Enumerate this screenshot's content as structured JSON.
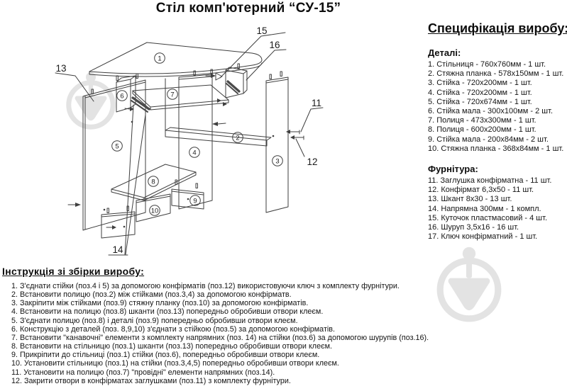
{
  "title": "Стіл комп'ютерний “СУ-15”",
  "spec": {
    "heading": "Специфікація виробу:",
    "details_heading": "Деталі:",
    "details": [
      "1. Стільниця - 760х760мм - 1 шт.",
      "2. Стяжна планка - 578х150мм - 1 шт.",
      "3. Стійка - 720х200мм - 1 шт.",
      "4. Стійка - 720х200мм - 1 шт.",
      "5. Стійка - 720х674мм - 1 шт.",
      "6. Стійка мала - 300х100мм - 2 шт.",
      "7. Полиця - 473х300мм - 1 шт.",
      "8. Полиця - 600х200мм - 1 шт.",
      "9. Стійка мала - 200х84мм - 2 шт.",
      "10. Стяжна планка - 368х84мм - 1 шт."
    ],
    "hardware_heading": "Фурнітура:",
    "hardware": [
      "11. Заглушка конфірматна - 11 шт.",
      "12. Конфірмат 6,3х50 - 11 шт.",
      "13. Шкант 8х30 - 13 шт.",
      "14. Напрямна 300мм - 1 компл.",
      "15. Куточок пластмасовий - 4 шт.",
      "16. Шуруп 3,5х16 - 16 шт.",
      "17. Ключ конфірматний - 1 шт."
    ]
  },
  "instructions": {
    "heading": "Інструкція зі збірки виробу:",
    "steps": [
      "1. З'єднати стійки (поз.4 і 5) за допомогою конфірматів (поз.12) використовуючи ключ з комплекту фурнітури.",
      "2. Встановити полицю (поз.2) між стійками (поз.3,4) за допомогою конфірматв.",
      "3. Закріпити між стійками (поз.9) стяжну планку (поз.10) за допомогою конфірматів.",
      "4. Встановити на полицю (поз.8) шканти (поз.13) попередньо обробивши отвори клеєм.",
      "5. З'єднати полицю (поз.8) і деталі (поз.9) попередньо обробивши отвори клеєм.",
      "6. Конструкцію з деталей (поз. 8,9,10) з'єднати з стійкою (поз.5) за допомогою конфірматів.",
      "7. Встановити \"канавочні\" елементи з комплекту напрямних (поз. 14) на стійки (поз.6) за допомогою шурупів (поз.16).",
      "8. Встановити на стільницю (поз.1) шканти (поз.13) попередньо обробивши отвори клеєм.",
      "9. Прикріпити до стільниці (поз.1) стійки (поз.6), попередньо обробивши отвори клеєм.",
      "10. Установити стільницю (поз.1) на стійки (поз.3,4,5) попередньо обробивши отвори клеєм.",
      "11. Установити на полицю (поз.7) \"провідні\" елементи напрямних (поз.14).",
      "12. Закрити отвори в конфірматах заглушками (поз.11) з комплекту фурнітури."
    ]
  },
  "diagram": {
    "circled_labels": [
      "1",
      "2",
      "3",
      "4",
      "5",
      "6",
      "7",
      "8",
      "9",
      "10"
    ],
    "callout_labels": [
      "11",
      "12",
      "13",
      "14",
      "15",
      "16"
    ],
    "line_color": "#3f3f3f",
    "watermark_color": "#e3e3e3",
    "watermark": "trowel-in-circle-logo"
  }
}
